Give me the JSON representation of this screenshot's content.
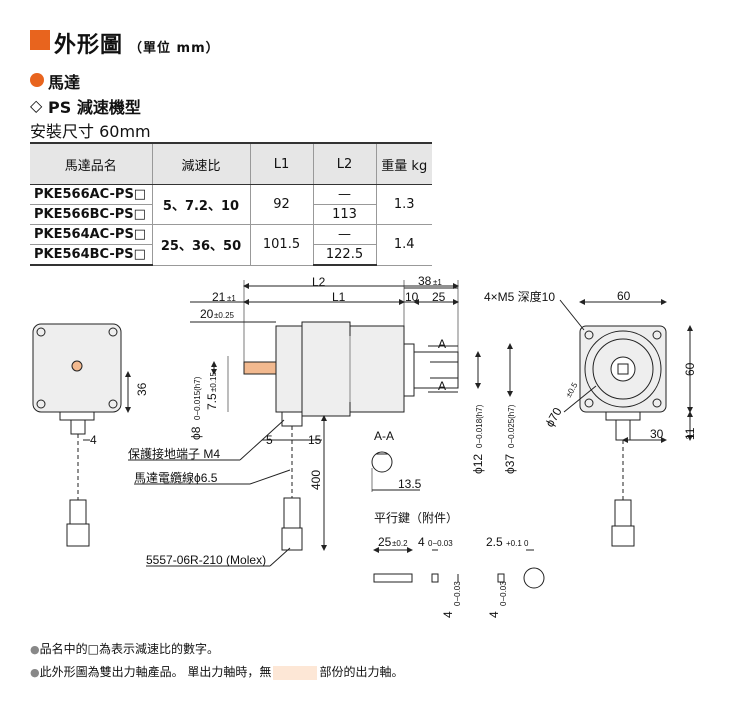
{
  "header": {
    "title": "外形圖",
    "unit": "（單位 mm）"
  },
  "section": {
    "motor": "馬達",
    "type_marker": "◇",
    "type": "PS 減速機型",
    "size": "安裝尺寸 60mm"
  },
  "table": {
    "headers": [
      "馬達品名",
      "減速比",
      "L1",
      "L2",
      "重量 kg"
    ],
    "rows": [
      {
        "name": "PKE566AC-PS□",
        "ratio": "5、7.2、10",
        "l1": "92",
        "l2": "—",
        "weight": "1.3"
      },
      {
        "name": "PKE566BC-PS□",
        "l2": "113"
      },
      {
        "name": "PKE564AC-PS□",
        "ratio": "25、36、50",
        "l1": "101.5",
        "l2": "—",
        "weight": "1.4"
      },
      {
        "name": "PKE564BC-PS□",
        "l2": "122.5"
      }
    ]
  },
  "drawing": {
    "dims": {
      "L2": "L2",
      "L1": "L1",
      "d38": "38",
      "d38_tol": "±1",
      "d21": "21",
      "d21_tol": "±1",
      "d10": "10",
      "d25": "25",
      "d20": "20",
      "d20_tol": "±0.25",
      "d36": "36",
      "d4": "4",
      "d5": "5",
      "d15": "15",
      "d400": "400",
      "phi8": "ϕ8",
      "phi8_tol": "0−0.015(h7)",
      "d7_5": "7.5",
      "d7_5_tol": "±0.15",
      "phi12": "ϕ12",
      "phi12_tol": "0−0.018(h7)",
      "phi37": "ϕ37",
      "phi37_tol": "0−0.025(h7)",
      "A": "A",
      "AA": "A-A",
      "d13_5": "13.5",
      "holes": "4×M5 深度10",
      "d60": "60",
      "d60v": "60",
      "phi70": "ϕ70",
      "phi70_tol": "±0.5",
      "d30": "30",
      "d11": "11"
    },
    "labels": {
      "ground": "保護接地端子 M4",
      "cable": "馬達電纜線ϕ6.5",
      "connector": "5557-06R-210 (Molex)",
      "key_title": "平行鍵（附件）",
      "k25": "25",
      "k25_tol": "±0.2",
      "k4": "4",
      "k4_tol": "0−0.03",
      "k2_5": "2.5",
      "k2_5_tol": "+0.1 0",
      "k4b": "4",
      "k4b_tol": "0−0.03",
      "k4c": "4",
      "k4c_tol": "0−0.03"
    }
  },
  "notes": [
    "品名中的□為表示減速比的數字。",
    "此外形圖為雙出力軸產品。 單出力軸時，無",
    "部份的出力軸。"
  ],
  "colors": {
    "accent": "#e8641e",
    "highlight": "#fde7d6",
    "header_bg": "#e6e6e6"
  }
}
